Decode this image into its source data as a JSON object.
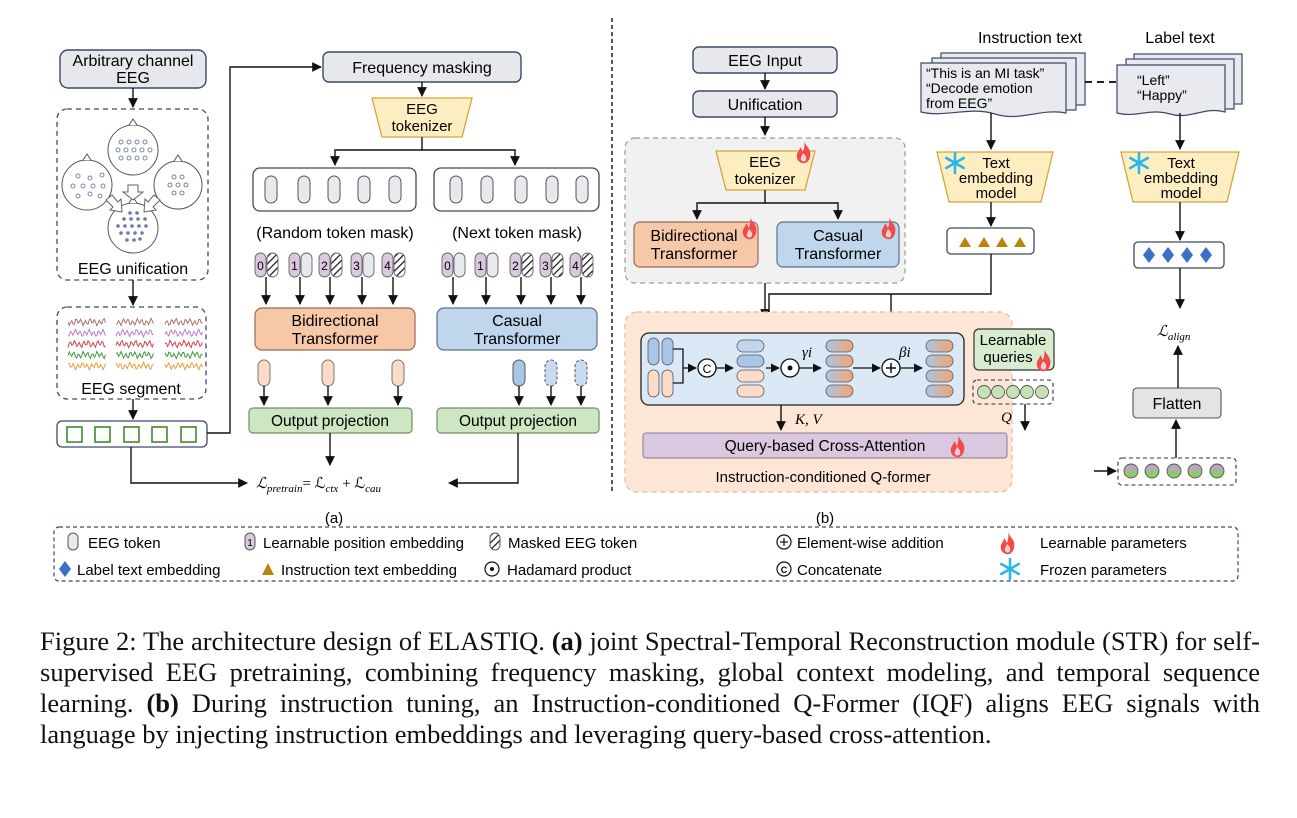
{
  "figure": {
    "panel_a": {
      "input_box": "Arbitrary channel|EEG",
      "unification_label": "EEG unification",
      "segment_label": "EEG segment",
      "freq_masking": "Frequency masking",
      "tokenizer": "EEG|tokenizer",
      "random_mask_label": "(Random token mask)",
      "next_mask_label": "(Next token mask)",
      "random_positions": [
        "0",
        "1",
        "2",
        "3",
        "4"
      ],
      "random_masked": [
        true,
        false,
        true,
        false,
        true
      ],
      "next_positions": [
        "0",
        "1",
        "2",
        "3",
        "4"
      ],
      "next_masked": [
        false,
        false,
        true,
        true,
        true
      ],
      "bidirectional": "Bidirectional|Transformer",
      "casual": "Casual|Transformer",
      "output_projection_1": "Output projection",
      "output_projection_2": "Output projection",
      "loss_pretrain": "ℒpretrain = ℒctx + ℒcau",
      "panel_label": "(a)"
    },
    "panel_b": {
      "eeg_input": "EEG Input",
      "unification": "Unification",
      "tokenizer": "EEG|tokenizer",
      "bidirectional": "Bidirectional|Transformer",
      "casual": "Casual|Transformer",
      "instruction_title": "Instruction text",
      "instruction_lines": [
        "“This is an MI task”",
        "“Decode emotion",
        "from EEG”"
      ],
      "label_title": "Label text",
      "label_lines": [
        "“Left”",
        "“Happy”"
      ],
      "text_embed_1": "Text|embedding|model",
      "text_embed_2": "Text|embedding|model",
      "gamma": "γi",
      "beta": "βi",
      "learnable_queries": "Learnable|queries",
      "kv_label": "K, V",
      "q_label": "Q",
      "cross_attention": "Query-based Cross-Attention",
      "qformer_label": "Instruction-conditioned Q-former",
      "flatten": "Flatten",
      "loss_align": "ℒalign",
      "panel_label": "(b)"
    },
    "legend": {
      "items": [
        {
          "icon": "eeg-token-icon",
          "label": "EEG token"
        },
        {
          "icon": "position-embedding-icon",
          "label": "Learnable position embedding"
        },
        {
          "icon": "masked-token-icon",
          "label": "Masked EEG token"
        },
        {
          "icon": "element-wise-addition-icon",
          "label": "Element-wise addition"
        },
        {
          "icon": "flame-icon",
          "label": "Learnable parameters"
        },
        {
          "icon": "diamond-icon",
          "label": "Label text embedding"
        },
        {
          "icon": "triangle-icon",
          "label": "Instruction text embedding"
        },
        {
          "icon": "hadamard-icon",
          "label": "Hadamard product"
        },
        {
          "icon": "concatenate-icon",
          "label": "Concatenate"
        },
        {
          "icon": "snowflake-icon",
          "label": "Frozen parameters"
        }
      ]
    },
    "colors": {
      "box_gray": "#e6e8ee",
      "tokenizer_yellow": "#fdeec2",
      "bidirectional_orange": "#f7c8a8",
      "casual_blue": "#bfd6ec",
      "output_green": "#cfe6c3",
      "purple": "#d9c8df",
      "qformer_bg": "#fde6d6",
      "flame": "#f04a4a",
      "snow": "#29b6e8",
      "triangle": "#b8860b",
      "diamond": "#3d6fc7"
    }
  },
  "caption": {
    "prefix": "Figure 2: The architecture design of ELASTIQ. ",
    "a_tag": "(a)",
    "a_text": " joint Spectral-Temporal Reconstruction module (STR) for self-supervised EEG pretraining, combining frequency masking, global context modeling, and temporal sequence learning. ",
    "b_tag": "(b)",
    "b_text": " During instruction tuning, an Instruction-conditioned Q-Former (IQF) aligns EEG signals with language by injecting instruction embeddings and leveraging query-based cross-attention."
  }
}
